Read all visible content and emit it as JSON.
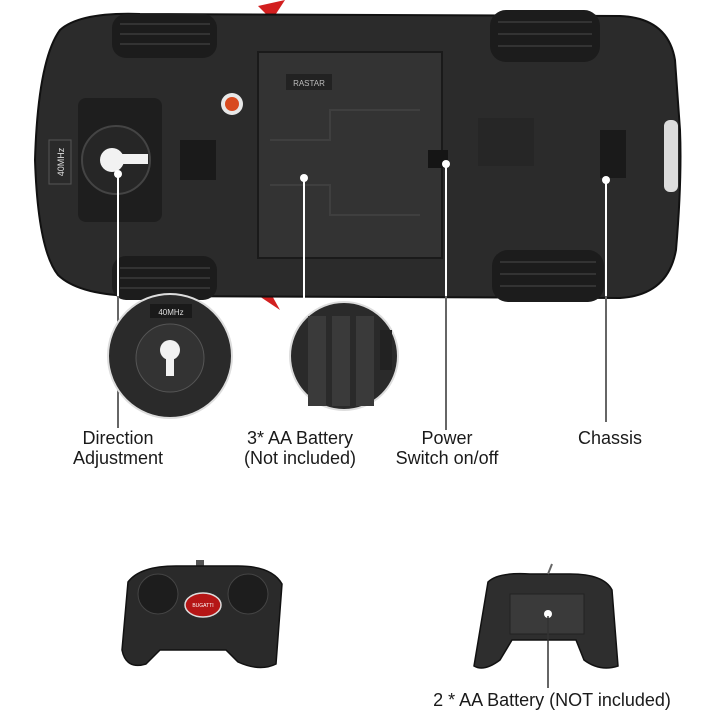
{
  "car": {
    "freq_label": "40MHz",
    "brand_plate": "RASTAR",
    "inset_freq_label": "40MHz"
  },
  "callouts": {
    "direction": {
      "line1": "Direction",
      "line2": "Adjustment"
    },
    "battery": {
      "line1": "3* AA Battery",
      "line2": "(Not included)"
    },
    "power": {
      "line1": "Power",
      "line2": "Switch on/off"
    },
    "chassis": {
      "line1": "Chassis"
    }
  },
  "remotes": {
    "front_badge": "BUGATTI",
    "back_battery_label": "2 * AA Battery (NOT included)"
  },
  "colors": {
    "car_body": "#2b2b2b",
    "car_panel": "#3a3a3a",
    "tire": "#1c1c1c",
    "accent_red": "#d21f1f",
    "background": "#ffffff"
  }
}
